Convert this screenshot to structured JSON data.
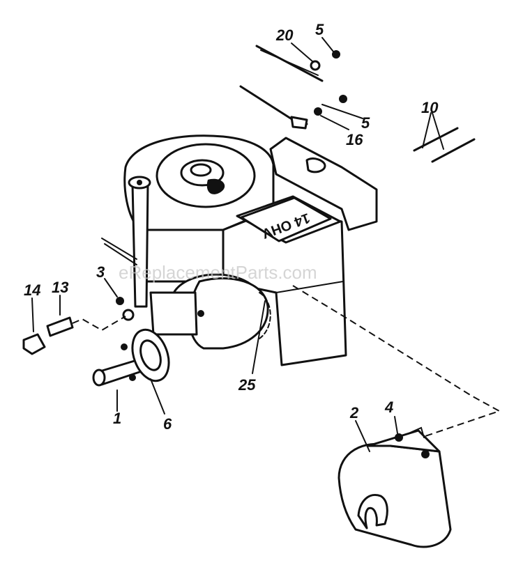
{
  "engine_badge": "14 OHV",
  "watermark": "eReplacementParts.com",
  "callouts": [
    {
      "id": "c20",
      "label": "20"
    },
    {
      "id": "c5a",
      "label": "5"
    },
    {
      "id": "c5b",
      "label": "5"
    },
    {
      "id": "c16",
      "label": "16"
    },
    {
      "id": "c10",
      "label": "10"
    },
    {
      "id": "c3",
      "label": "3"
    },
    {
      "id": "c14",
      "label": "14"
    },
    {
      "id": "c13",
      "label": "13"
    },
    {
      "id": "c25",
      "label": "25"
    },
    {
      "id": "c1",
      "label": "1"
    },
    {
      "id": "c6",
      "label": "6"
    },
    {
      "id": "c2",
      "label": "2"
    },
    {
      "id": "c4",
      "label": "4"
    }
  ]
}
